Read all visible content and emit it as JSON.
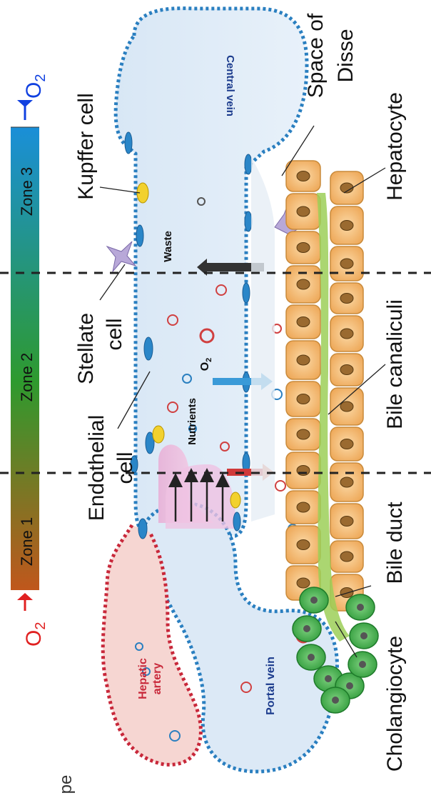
{
  "zone_bar": {
    "zones": [
      "Zone 1",
      "Zone 2",
      "Zone 3"
    ],
    "o2_low": {
      "label": "O",
      "sub": "2",
      "color": "#e02020"
    },
    "o2_high": {
      "label": "O",
      "sub": "2",
      "color": "#1040e0"
    }
  },
  "labels": {
    "kupffer": "Kupffer cell",
    "stellate_1": "Stellate",
    "stellate_2": "cell",
    "endothelial_1": "Endothelial",
    "endothelial_2": "cell",
    "space_1": "Space of",
    "space_2": "Disse",
    "hepatocyte": "Hepatocyte",
    "bile_canaliculi": "Bile canaliculi",
    "bile_duct": "Bile duct",
    "cholangiocyte": "Cholangiocyte",
    "cut_edge": "pe"
  },
  "inner_labels": {
    "central_vein": "Central vein",
    "portal_vein": "Portal vein",
    "hepatic_1": "Hepatic",
    "hepatic_2": "artery",
    "waste": "Waste",
    "o2": "O",
    "o2_sub": "2",
    "nutrients": "Nutrients"
  },
  "colors": {
    "vessel_fill": "#dce9f6",
    "vessel_outline": "#2a7fc0",
    "artery_outline": "#c8283a",
    "artery_fill": "#f6d6d2",
    "hepatocyte_fill": "#f4bd74",
    "hepatocyte_outline": "#c98a3a",
    "cholangiocyte_fill": "#4caf50",
    "canaliculus": "#8bc34a",
    "zone_gradient": [
      "#ad5b18",
      "#2e9a2e",
      "#1e86c8"
    ]
  }
}
